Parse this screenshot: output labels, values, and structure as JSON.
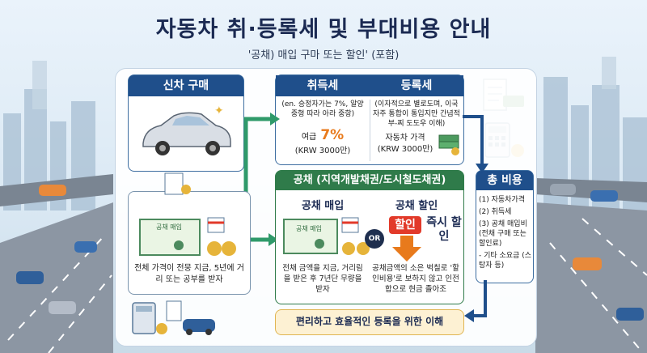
{
  "header": {
    "title": "자동차 취·등록세 및 부대비용 안내",
    "subtitle": "'공채) 매입 구마 또는 할인' (포함)"
  },
  "new_car": {
    "label": "신차 구매"
  },
  "tax_box": {
    "acquisition": {
      "label": "취득세",
      "note": "(en. 승정자가는 7%, 알양 중형 따라 아라 중항)",
      "rate_prefix": "여급",
      "rate": "7%",
      "basis": "(KRW 3000만)"
    },
    "registration": {
      "label": "등록세",
      "note": "(이자적으로 별로도며, 이국 자주 통합이 통입지만 간념적부-찌 도도우 이해)",
      "price_label": "자동차 가격",
      "basis": "(KRW 3000만)"
    }
  },
  "payment_box": {
    "text": "전체 가격이 전뭉 지금, 5년에 거리 또는 공부를 받자",
    "doc_label": "공채 매입"
  },
  "bond_box": {
    "header": "공채 (지역개발채권/도시철도채권)",
    "purchase": {
      "label": "공채 매입",
      "doc_label": "공채 매입",
      "desc": "전채 금액을 지금, 거리림을 받은 후 7년단 무량을 받자"
    },
    "or_label": "OR",
    "discount": {
      "label": "공채 할인",
      "badge": "할인",
      "instant": "즉시 할인",
      "desc": "공채금액의 소은 벅칠로 '할인비용'로 보하지 않고 인전합으로 현금 졸아조"
    }
  },
  "total_box": {
    "header": "총 비용",
    "items": [
      "(1) 자동차가격",
      "(2) 취득세",
      "(3) 공채 매입비 (전채 구매 또는 할인료)",
      "- 기타 소요금 (스탕자 등)"
    ]
  },
  "bottom_note": "편리하고 효율적인 등록을 위한 이해",
  "colors": {
    "navy": "#1f4f8b",
    "green": "#2f7b4a",
    "red": "#e23a2a",
    "accent_orange": "#e87a1c",
    "arrow_green": "#2f9a6a"
  },
  "icons": [
    "car-icon",
    "document-icon",
    "coin-icon",
    "calendar-icon",
    "money-bag-icon",
    "calculator-icon",
    "cash-icon",
    "down-arrow-icon"
  ]
}
